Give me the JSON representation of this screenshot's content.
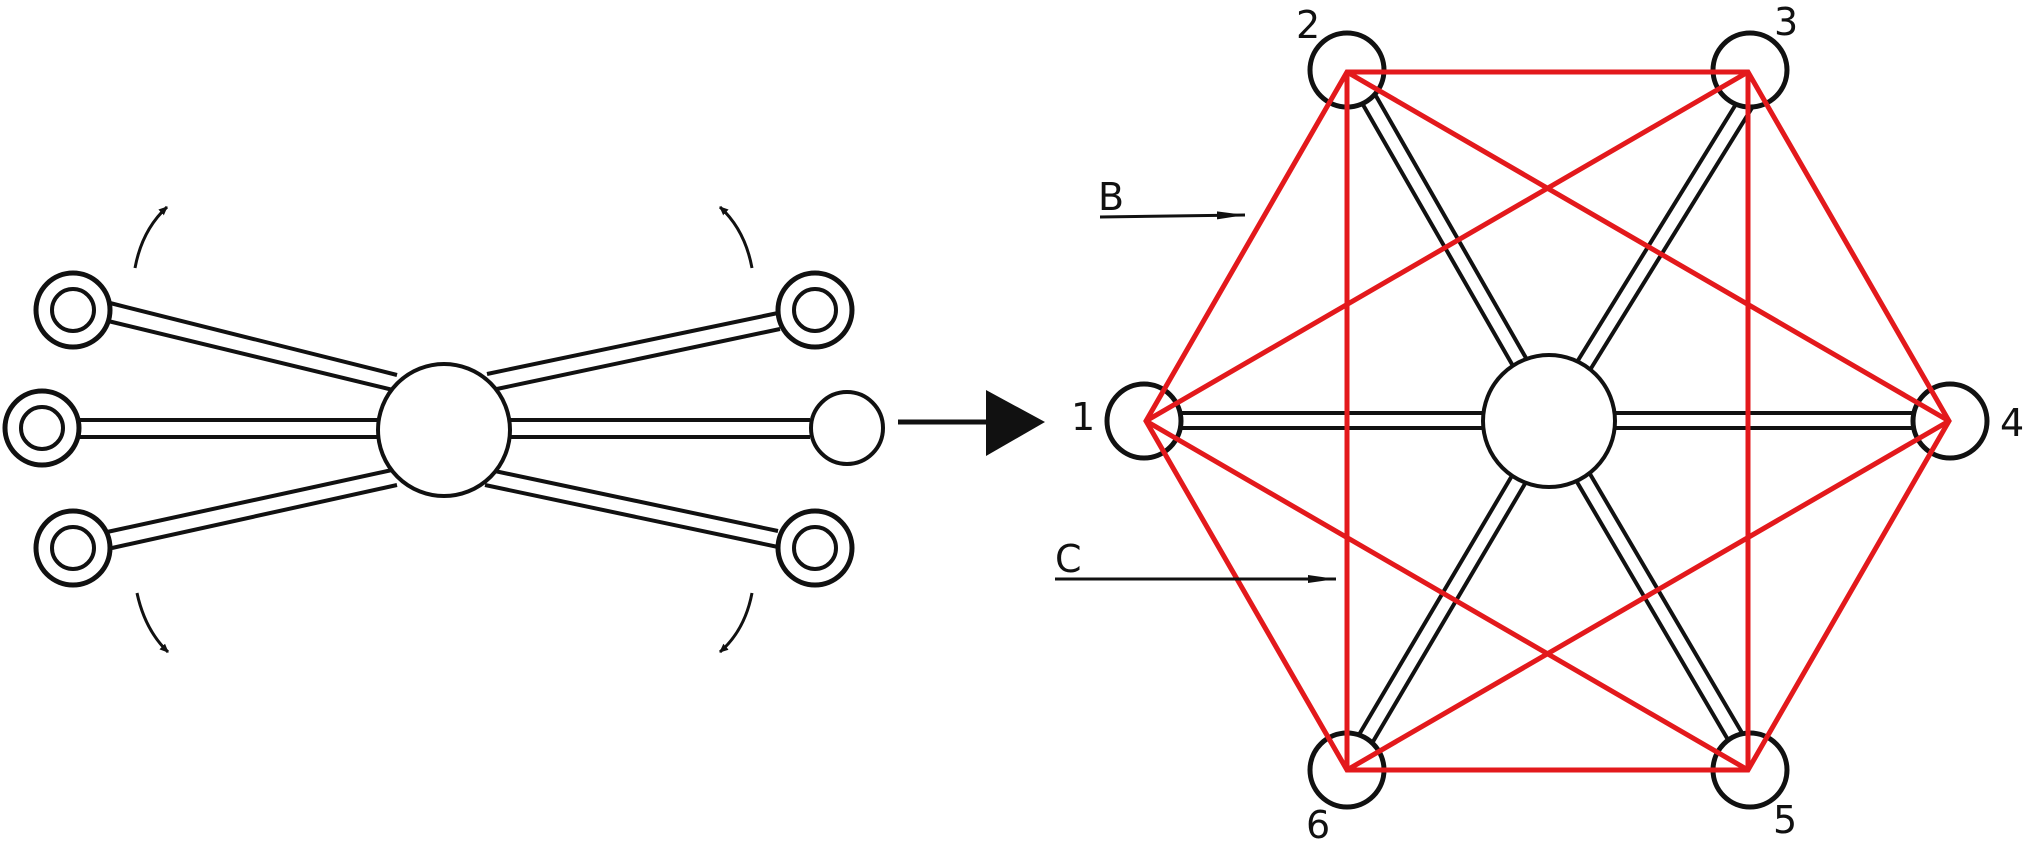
{
  "colors": {
    "ink": "#111111",
    "connection": "#e3191c",
    "background": "#ffffff"
  },
  "transition_arrow_icon": "right-triangle-arrow",
  "rotation_arrow_icon": "curved-arrow",
  "right_diagram": {
    "node_labels": [
      "1",
      "2",
      "3",
      "4",
      "5",
      "6"
    ],
    "section_labels": {
      "b": "B",
      "c": "C"
    }
  }
}
